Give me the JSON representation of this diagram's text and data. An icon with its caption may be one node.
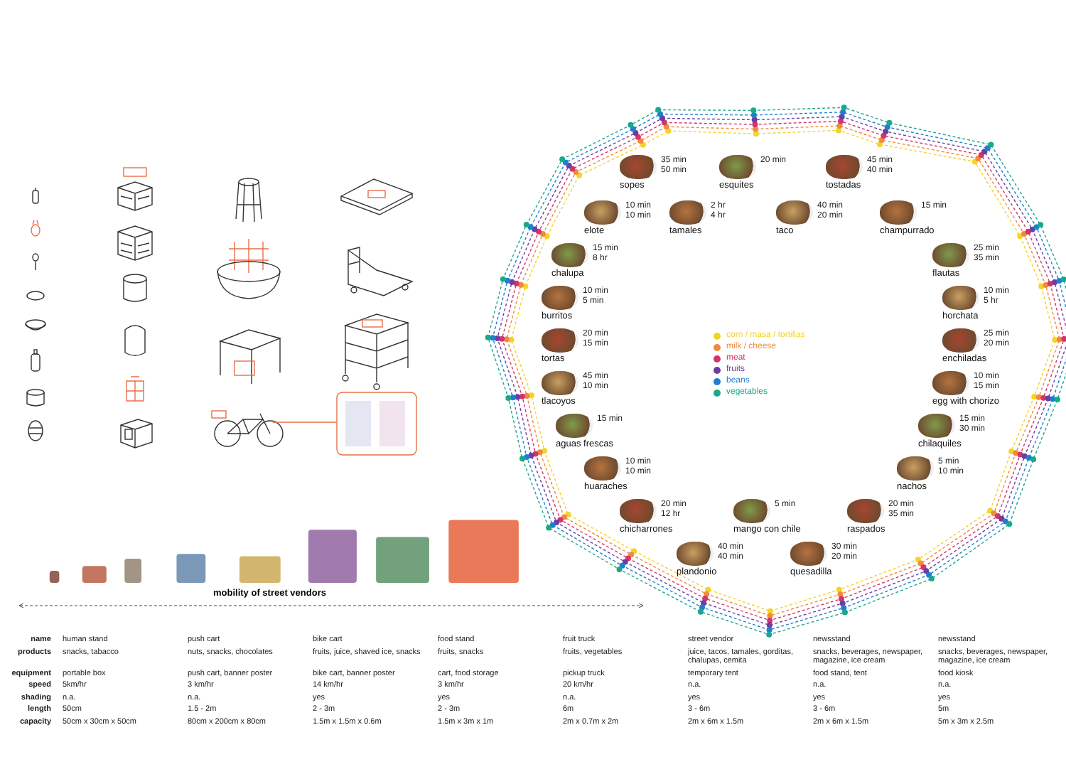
{
  "diagram": {
    "nodes": [
      {
        "text": [
          "tamales"
        ],
        "beside": [
          "2 hr",
          "4 hr"
        ]
      },
      {
        "text": [
          "esquites"
        ],
        "beside": [
          "20 min"
        ]
      },
      {
        "text": [
          "taco"
        ],
        "beside": [
          "40 min",
          "20 min"
        ]
      },
      {
        "text": [
          "tostadas"
        ],
        "beside": [
          "45 min",
          "40 min"
        ]
      },
      {
        "text": [
          "champurrado"
        ],
        "beside": [
          "15 min"
        ]
      },
      {
        "text": [
          "flautas"
        ],
        "beside": [
          "25 min",
          "35 min"
        ]
      },
      {
        "text": [
          "horchata"
        ],
        "beside": [
          "10 min",
          "5 hr"
        ]
      },
      {
        "text": [
          "enchiladas"
        ],
        "beside": [
          "25 min",
          "20 min"
        ]
      },
      {
        "text": [
          "egg with chorizo"
        ],
        "beside": [
          "10 min",
          "15 min"
        ]
      },
      {
        "text": [
          "chilaquiles"
        ],
        "beside": [
          "15 min",
          "30 min"
        ]
      },
      {
        "text": [
          "nachos"
        ],
        "beside": [
          "5 min",
          "10 min"
        ]
      },
      {
        "text": [
          "raspados"
        ],
        "beside": [
          "20 min",
          "35 min"
        ]
      },
      {
        "text": [
          "quesadilla"
        ],
        "beside": [
          "30 min",
          "20 min"
        ]
      },
      {
        "text": [
          "mango con chile"
        ],
        "beside": [
          "5 min"
        ]
      },
      {
        "text": [
          "plandonio"
        ],
        "beside": [
          "40 min",
          "40 min"
        ]
      },
      {
        "text": [
          "chicharrones"
        ],
        "beside": [
          "20 min",
          "12 hr"
        ]
      },
      {
        "text": [
          "huaraches"
        ],
        "beside": [
          "10 min",
          "10 min"
        ]
      },
      {
        "text": [
          "aguas frescas"
        ],
        "beside": [
          "15 min"
        ]
      },
      {
        "text": [
          "tlacoyos"
        ],
        "beside": [
          "45 min",
          "10 min"
        ]
      },
      {
        "text": [
          "tortas"
        ],
        "beside": [
          "20 min",
          "15 min"
        ]
      },
      {
        "text": [
          "burritos"
        ],
        "beside": [
          "10 min",
          "5 min"
        ]
      },
      {
        "text": [
          "chalupa"
        ],
        "beside": [
          "15 min",
          "8 hr"
        ]
      },
      {
        "text": [
          "elote"
        ],
        "beside": [
          "10 min",
          "10 min"
        ]
      },
      {
        "text": [
          "sopes"
        ],
        "beside": [
          "35 min",
          "50 min"
        ]
      }
    ],
    "labels": [
      "mobility of street vendors",
      "name",
      "human stand",
      "push cart",
      "bike cart",
      "food stand",
      "fruit truck",
      "street vendor",
      "newsstand",
      "newsstand",
      "products",
      "snacks, tabacco",
      "nuts, snacks, chocolates",
      "fruits, juice, shaved ice, snacks",
      "fruits, snacks",
      "fruits, vegetables",
      "juice, tacos, tamales, gorditas, chalupas, cemita",
      "snacks, beverages, newspaper, magazine, ice cream",
      "snacks, beverages, newspaper, magazine, ice cream",
      "equipment",
      "portable box",
      "push cart, banner poster",
      "bike cart, banner poster",
      "cart, food storage",
      "pickup truck",
      "temporary tent",
      "food stand, tent",
      "food kiosk",
      "speed",
      "5km/hr",
      "3 km/hr",
      "14 km/hr",
      "3 km/hr",
      "20 km/hr",
      "n.a.",
      "n.a.",
      "n.a.",
      "shading",
      "n.a.",
      "n.a.",
      "yes",
      "yes",
      "n.a.",
      "yes",
      "yes",
      "yes",
      "length",
      "50cm",
      "1.5 - 2m",
      "2 - 3m",
      "2 - 3m",
      "6m",
      "3 - 6m",
      "3 - 6m",
      "5m",
      "capacity",
      "50cm x 30cm x 50cm",
      "80cm x 200cm x 80cm",
      "1.5m x 1.5m x 0.6m",
      "1.5m x 3m x 1m",
      "2m x 0.7m x 2m",
      "2m x 6m x 1.5m",
      "2m x 6m x 1.5m",
      "5m x 3m x 2.5m"
    ],
    "legend": [
      {
        "text": "corn / masa / tortillas",
        "color": "#f5d327"
      },
      {
        "text": "milk / cheese",
        "color": "#f08a3c"
      },
      {
        "text": "meat",
        "color": "#d6336c"
      },
      {
        "text": "fruits",
        "color": "#6b3fa0"
      },
      {
        "text": "beans",
        "color": "#1e7fd0"
      },
      {
        "text": "vegetables",
        "color": "#1aa88a"
      }
    ]
  }
}
